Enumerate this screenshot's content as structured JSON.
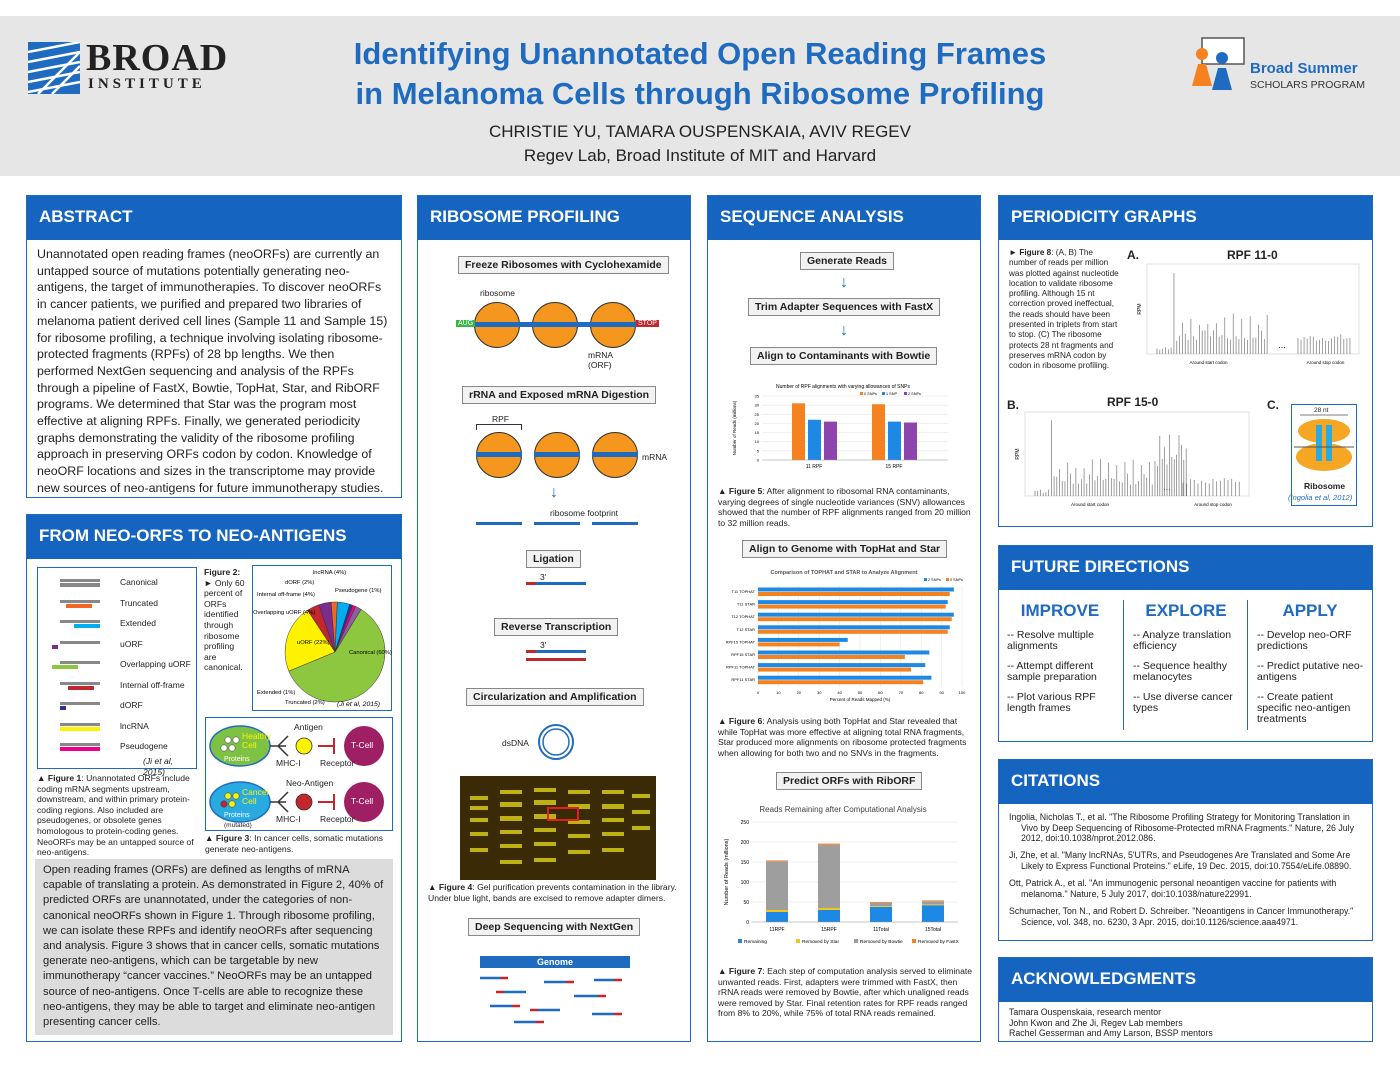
{
  "header": {
    "logo_broad": "BROAD",
    "logo_institute": "INSTITUTE",
    "title_line1": "Identifying Unannotated Open Reading Frames",
    "title_line2": "in Melanoma Cells through Ribosome Profiling",
    "authors": "CHRISTIE YU, TAMARA OUSPENSKAIA, AVIV REGEV",
    "affiliation": "Regev Lab, Broad Institute of MIT and Harvard",
    "bssp_line1": "Broad Summer",
    "bssp_line2": "SCHOLARS PROGRAM"
  },
  "abstract": {
    "heading": "ABSTRACT",
    "text": "Unannotated open reading frames (neoORFs) are currently an untapped source of mutations potentially generating neo-antigens, the target of immunotherapies. To discover neoORFs in cancer patients, we purified and prepared two libraries of melanoma patient derived cell lines (Sample 11 and Sample 15) for ribosome profiling, a technique involving isolating ribosome-protected fragments (RPFs) of 28 bp lengths. We then performed NextGen sequencing and analysis of the RPFs through a pipeline of FastX, Bowtie, TopHat, Star, and RibORF programs. We determined that Star was the program most effective at aligning RPFs. Finally, we generated periodicity graphs demonstrating the validity of the ribosome profiling approach in preserving ORFs codon by codon. Knowledge of neoORF locations and sizes in the transcriptome may provide new sources of neo-antigens for future immunotherapy studies."
  },
  "neo": {
    "heading": "FROM NEO-ORFS TO NEO-ANTIGENS",
    "orf_types": [
      {
        "label": "Canonical",
        "color": "#888888"
      },
      {
        "label": "Truncated",
        "color": "#f26522"
      },
      {
        "label": "Extended",
        "color": "#00aeef"
      },
      {
        "label": "uORF",
        "color": "#7b2d8e"
      },
      {
        "label": "Overlapping uORF",
        "color": "#8dc63f"
      },
      {
        "label": "Internal off-frame",
        "color": "#c1272d"
      },
      {
        "label": "dORF",
        "color": "#2e3192"
      },
      {
        "label": "lncRNA",
        "color": "#fff200"
      },
      {
        "label": "Pseudogene",
        "color": "#ec008c"
      }
    ],
    "fig1_cite": "(Ji et al, 2015)",
    "fig1_caption_bold": "▲ Figure 1",
    "fig1_caption": ": Unannotated ORFs include coding mRNA segments upstream, downstream, and within primary protein-coding regions. Also included are pseudogenes, or obsolete genes homologous to protein-coding genes. NeoORFs may be an untapped source of neo-antigens.",
    "fig2_caption_bold": "Figure 2: ►",
    "fig2_caption": "Only 60 percent of ORFs identified through ribosome profiling are canonical.",
    "fig2_cite": "(Ji et al, 2015)",
    "pie_labels": {
      "lncrna": "lncRNA (4%)",
      "dorf": "dORF (2%)",
      "pseudo": "Pseudogene (1%)",
      "internal": "Internal off-frame (4%)",
      "overlap": "Overlapping uORF (4%)",
      "uorf": "uORF (22%)",
      "canonical": "Canonical (60%)",
      "extended": "Extended (1%)",
      "truncated": "Truncated (2%)"
    },
    "fig3": {
      "antigen": "Antigen",
      "neo_antigen": "Neo-Antigen",
      "healthy_cell": "Healthy Cell",
      "cancer_cell": "Cancer Cell",
      "proteins": "Proteins",
      "mutated": "(mutated)",
      "mhc": "MHC-I",
      "receptor": "Receptor",
      "tcell": "T-Cell"
    },
    "fig3_caption_bold": "▲ Figure 3",
    "fig3_caption": ": In cancer cells, somatic mutations generate neo-antigens.",
    "intro": "Open reading frames (ORFs) are defined as lengths of mRNA capable of translating a protein. As demonstrated in Figure 2, 40% of predicted ORFs are unannotated, under the categories of non-canonical neoORFs shown in Figure 1. Through ribosome profiling, we can isolate these RPFs and identify neoORFs after sequencing and analysis. Figure 3 shows that in cancer cells, somatic mutations generate neo-antigens, which can be targetable by new immunotherapy “cancer vaccines.” NeoORFs may be an untapped source of neo-antigens. Once T-cells are able to recognize these neo-antigens, they may be able to target and eliminate neo-antigen presenting cancer cells."
  },
  "ribo": {
    "heading": "RIBOSOME PROFILING",
    "step1": "Freeze Ribosomes with Cyclohexamide",
    "ribosome": "ribosome",
    "aug": "AUG",
    "stop": "STOP",
    "mrna_orf": "mRNA (ORF)",
    "step2": "rRNA and Exposed mRNA Digestion",
    "rpf": "RPF",
    "mrna": "mRNA",
    "footprint": "ribosome footprint",
    "step3": "Ligation",
    "three_prime": "3'",
    "step4": "Reverse Transcription",
    "step5": "Circularization and Amplification",
    "dsdna": "dsDNA",
    "fig4_caption_bold": "▲ Figure 4",
    "fig4_caption": ": Gel purification prevents contamination in the library. Under blue light, bands are excised to remove adapter dimers.",
    "step6": "Deep Sequencing with NextGen",
    "genome": "Genome"
  },
  "seq": {
    "heading": "SEQUENCE ANALYSIS",
    "step1": "Generate Reads",
    "step2": "Trim Adapter Sequences with FastX",
    "step3": "Align to Contaminants with Bowtie",
    "fig5_caption_bold": "▲ Figure 5",
    "fig5_caption": ": After alignment to ribosomal RNA contaminants, varying degrees of single nucleotide variances (SNV) allowances showed that the number of RPF alignments ranged from 20 million to 32 million reads.",
    "step4": "Align to Genome with TopHat and Star",
    "fig6_caption_bold": "▲ Figure 6",
    "fig6_caption": ": Analysis using both TopHat and Star revealed that while TopHat was more effective at aligning total RNA fragments, Star produced more alignments on ribosome protected fragments when allowing for both two and no SNVs in the fragments.",
    "step5": "Predict ORFs with RibORF",
    "fig7_caption_bold": "▲ Figure 7",
    "fig7_caption": ": Each step of computation analysis served to eliminate unwanted reads. First, adapters were trimmed with FastX, then rRNA reads were removed by Bowtie, after which unaligned reads were removed by Star. Final retention rates for RPF reads ranged from 8% to 20%, while 75% of total RNA reads remained."
  },
  "period": {
    "heading": "PERIODICITY GRAPHS",
    "fig8_caption_bold": "► Figure 8",
    "fig8_caption": ": (A, B) The number of reads per million was plotted against nucleotide location to validate ribosome profiling. Although 15 nt correction proved ineffectual, the reads should have been presented in triplets from start to stop. (C) The ribosome protects 28 nt fragments and preserves mRNA codon by codon in ribosome profiling.",
    "panel_a": "A.",
    "panel_b": "B.",
    "panel_c": "C.",
    "rpf11": "RPF 11-0",
    "rpf15": "RPF 15-0",
    "rpm": "RPM",
    "around_start": "Around start codon",
    "around_stop": "Around stop codon",
    "ellipsis": "...",
    "nt28": "28 nt",
    "ribosome": "Ribosome",
    "ribo_cite": "(Ingolia et al, 2012)"
  },
  "future": {
    "heading": "FUTURE DIRECTIONS",
    "improve": "IMPROVE",
    "explore": "EXPLORE",
    "apply": "APPLY",
    "improve_items": [
      "-- Resolve multiple alignments",
      "-- Attempt different sample preparation",
      "-- Plot various RPF length frames"
    ],
    "explore_items": [
      "-- Analyze translation efficiency",
      "-- Sequence healthy melanocytes",
      "-- Use diverse cancer types"
    ],
    "apply_items": [
      "-- Develop neo-ORF predictions",
      "-- Predict putative neo-antigens",
      "-- Create patient specific neo-antigen treatments"
    ]
  },
  "citations": {
    "heading": "CITATIONS",
    "items": [
      "Ingolia, Nicholas T., et al. \"The Ribosome Profiling Strategy for Monitoring Translation in Vivo by Deep Sequencing of Ribosome-Protected mRNA Fragments.\" Nature, 26 July 2012, doi:10.1038/nprot.2012.086.",
      "Ji, Zhe, et al. \"Many lncRNAs, 5'UTRs, and Pseudogenes Are Translated and Some Are Likely to Express Functional Proteins.\" eLife, 19 Dec. 2015, doi:10.7554/eLife.08890.",
      "Ott, Patrick A., et al. \"An immunogenic personal neoantigen vaccine for patients with melanoma.\" Nature, 5 July 2017, doi:10.1038/nature22991.",
      "Schumacher, Ton N., and Robert D. Schreiber. \"Neoantigens in Cancer Immunotherapy.\" Science, vol. 348, no. 6230, 3 Apr. 2015, doi:10.1126/science.aaa4971."
    ]
  },
  "ack": {
    "heading": "ACKNOWLEDGMENTS",
    "items": [
      "Tamara Ouspenskaia, research mentor",
      "John Kwon and Zhe Ji, Regev Lab members",
      "Rachel Gesserman and Amy Larson, BSSP mentors"
    ]
  },
  "chart_data": [
    {
      "type": "pie",
      "categories": [
        "Canonical",
        "uORF",
        "Overlapping uORF",
        "Internal off-frame",
        "dORF",
        "lncRNA",
        "Pseudogene",
        "Extended",
        "Truncated"
      ],
      "values": [
        60,
        22,
        4,
        4,
        2,
        4,
        1,
        1,
        2
      ],
      "colors": [
        "#8dc63f",
        "#fff200",
        "#c1272d",
        "#7b2d8e",
        "#f26522",
        "#00aeef",
        "#2e3192",
        "#ec008c",
        "#8e5ea2"
      ]
    },
    {
      "type": "bar",
      "title": "Number of RPF alignments with varying allowances of SNPs",
      "categories": [
        "11 RPF",
        "15 RPF"
      ],
      "series": [
        {
          "name": "0 SNPs",
          "values": [
            31,
            30.5
          ],
          "color": "#f5821f"
        },
        {
          "name": "1 SNP",
          "values": [
            22,
            21
          ],
          "color": "#1e88e5"
        },
        {
          "name": "2 SNPs",
          "values": [
            21,
            20.5
          ],
          "color": "#8e44ad"
        }
      ],
      "ylabel": "Number of Reads (millions)",
      "ylim": [
        0,
        35
      ]
    },
    {
      "type": "bar",
      "title": "Comparison of TOPHAT and STAR to Analyze Alignment",
      "categories": [
        "T11 TOPHAT",
        "T11 STAR",
        "T12 TOPHAT",
        "T12 STAR",
        "RPF15 TOPHAT",
        "RPF15 STAR",
        "RPF11 TOPHAT",
        "RPF11 STAR"
      ],
      "series": [
        {
          "name": "2 SNPs",
          "values": [
            96,
            93,
            96,
            94,
            44,
            84,
            82,
            85
          ],
          "color": "#1e88e5"
        },
        {
          "name": "0 SNPs",
          "values": [
            94,
            92,
            95,
            93,
            40,
            72,
            75,
            81
          ],
          "color": "#f5821f"
        }
      ],
      "xlabel": "Percent of Reads Mapped (%)",
      "xlim": [
        0,
        100
      ]
    },
    {
      "type": "bar",
      "title": "Reads Remaining after Computational Analysis",
      "categories": [
        "11RPF",
        "15RPF",
        "11Total",
        "15Total"
      ],
      "series": [
        {
          "name": "Remaining",
          "values": [
            25,
            30,
            38,
            42
          ],
          "color": "#1e88e5"
        },
        {
          "name": "Removed by Star",
          "values": [
            5,
            5,
            2,
            2
          ],
          "color": "#f5c518"
        },
        {
          "name": "Removed by Bowtie",
          "values": [
            122,
            158,
            8,
            8
          ],
          "color": "#9e9e9e"
        },
        {
          "name": "Removed by FastX",
          "values": [
            2,
            3,
            2,
            2
          ],
          "color": "#f5821f"
        }
      ],
      "ylabel": "Number of Reads (millions)",
      "ylim": [
        0,
        250
      ]
    }
  ]
}
